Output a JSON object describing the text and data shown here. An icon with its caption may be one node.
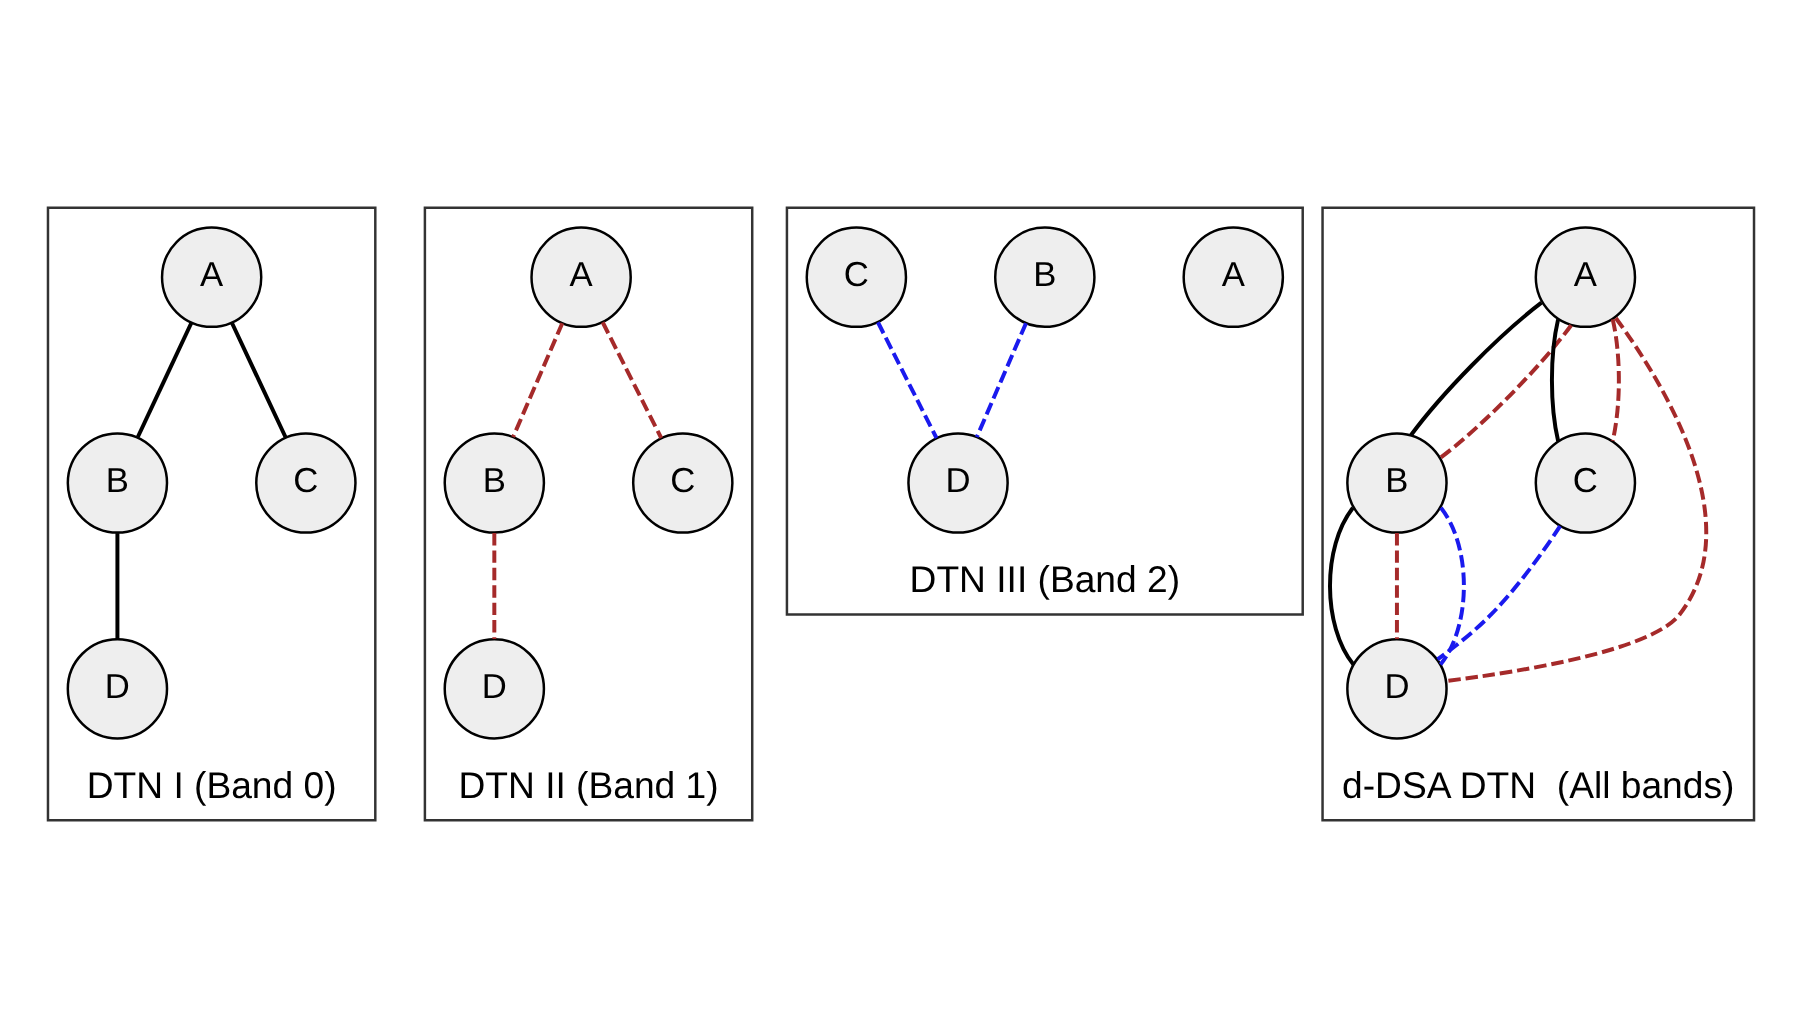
{
  "diagram": {
    "nodes": [
      {
        "text": [
          "DTN I (Band 0)"
        ]
      },
      {
        "text": [
          "A"
        ],
        "in": 0
      },
      {
        "text": [
          "B"
        ],
        "in": 0
      },
      {
        "text": [
          "C"
        ],
        "in": 0
      },
      {
        "text": [
          "D"
        ],
        "in": 0
      },
      {
        "text": [
          "DTN II (Band 1)"
        ]
      },
      {
        "text": [
          "A"
        ],
        "in": 5
      },
      {
        "text": [
          "B"
        ],
        "in": 5
      },
      {
        "text": [
          "C"
        ],
        "in": 5
      },
      {
        "text": [
          "D"
        ],
        "in": 5
      },
      {
        "text": [
          "DTN III (Band 2)"
        ]
      },
      {
        "text": [
          "A"
        ],
        "in": 10
      },
      {
        "text": [
          "B"
        ],
        "in": 10
      },
      {
        "text": [
          "C"
        ],
        "in": 10
      },
      {
        "text": [
          "D"
        ],
        "in": 10
      },
      {
        "text": [
          "d-DSA DTN  (All bands)"
        ]
      },
      {
        "text": [
          "A"
        ],
        "in": 15
      },
      {
        "text": [
          "B"
        ],
        "in": 15
      },
      {
        "text": [
          "C"
        ],
        "in": 15
      },
      {
        "text": [
          "D"
        ],
        "in": 15
      }
    ],
    "edges": [
      {
        "from": 1,
        "to": 2,
        "arrow": "none",
        "color": "#000000"
      },
      {
        "from": 2,
        "to": 4,
        "arrow": "none",
        "color": "#000000"
      },
      {
        "from": 1,
        "to": 3,
        "arrow": "none",
        "color": "#000000"
      },
      {
        "from": 6,
        "to": 7,
        "arrow": "none",
        "style": "dashed",
        "color": "#a52a2a"
      },
      {
        "from": 7,
        "to": 9,
        "arrow": "none",
        "style": "dashed",
        "color": "#a52a2a"
      },
      {
        "from": 6,
        "to": 8,
        "arrow": "none",
        "style": "dashed",
        "color": "#a52a2a"
      },
      {
        "from": 12,
        "to": 14,
        "arrow": "none",
        "style": "dashed",
        "color": "#1a1aee"
      },
      {
        "from": 13,
        "to": 14,
        "arrow": "none",
        "style": "dashed",
        "color": "#1a1aee"
      },
      {
        "from": 16,
        "to": 17,
        "arrow": "none",
        "color": "#000000"
      },
      {
        "from": 17,
        "to": 19,
        "arrow": "none",
        "color": "#000000"
      },
      {
        "from": 16,
        "to": 18,
        "arrow": "none",
        "color": "#000000"
      },
      {
        "from": 16,
        "to": 17,
        "arrow": "none",
        "style": "dashed",
        "color": "#a52a2a"
      },
      {
        "from": 16,
        "to": 19,
        "arrow": "none",
        "style": "dashed",
        "color": "#a52a2a"
      },
      {
        "from": 16,
        "to": 18,
        "arrow": "none",
        "style": "dashed",
        "color": "#a52a2a"
      },
      {
        "from": 17,
        "to": 19,
        "arrow": "none",
        "style": "dashed",
        "color": "#a52a2a"
      },
      {
        "from": 17,
        "to": 19,
        "arrow": "none",
        "style": "dashed",
        "color": "#1a1aee"
      },
      {
        "from": 18,
        "to": 19,
        "arrow": "none",
        "style": "dashed",
        "color": "#1a1aee"
      }
    ]
  }
}
